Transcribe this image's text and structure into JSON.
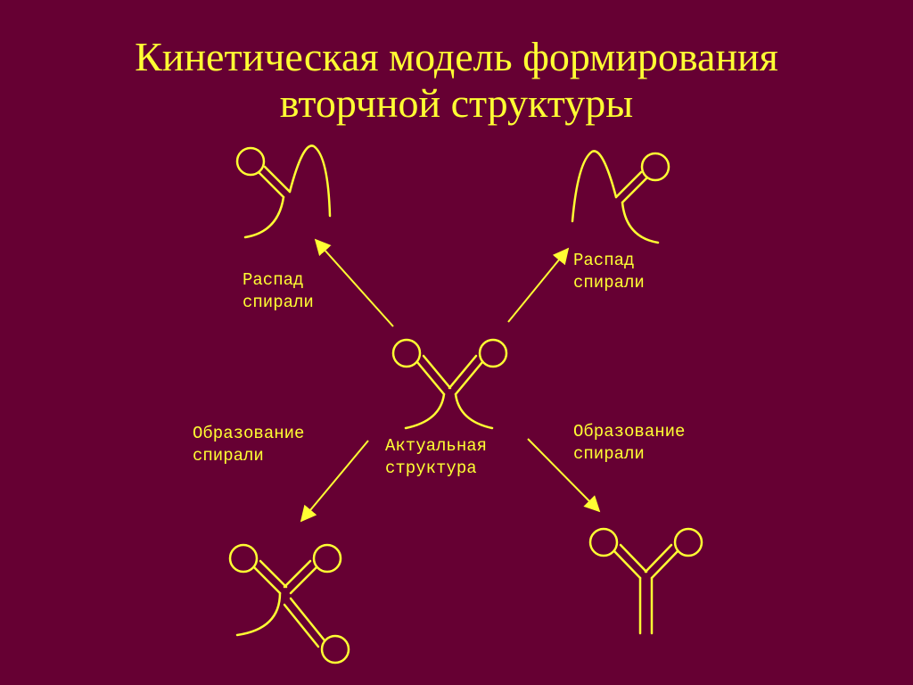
{
  "slide": {
    "title_line1": "Кинетическая модель формирования",
    "title_line2": "вторчной структуры",
    "colors": {
      "background": "#660033",
      "foreground": "#ffff33"
    }
  },
  "labels": {
    "decay_left": {
      "line1": "Распад",
      "line2": "спирали"
    },
    "decay_right": {
      "line1": "Распад",
      "line2": "спирали"
    },
    "formation_left": {
      "line1": "Образование",
      "line2": "спирали"
    },
    "formation_right": {
      "line1": "Образование",
      "line2": "спирали"
    },
    "actual": {
      "line1": "Актуальная",
      "line2": "структура"
    }
  }
}
